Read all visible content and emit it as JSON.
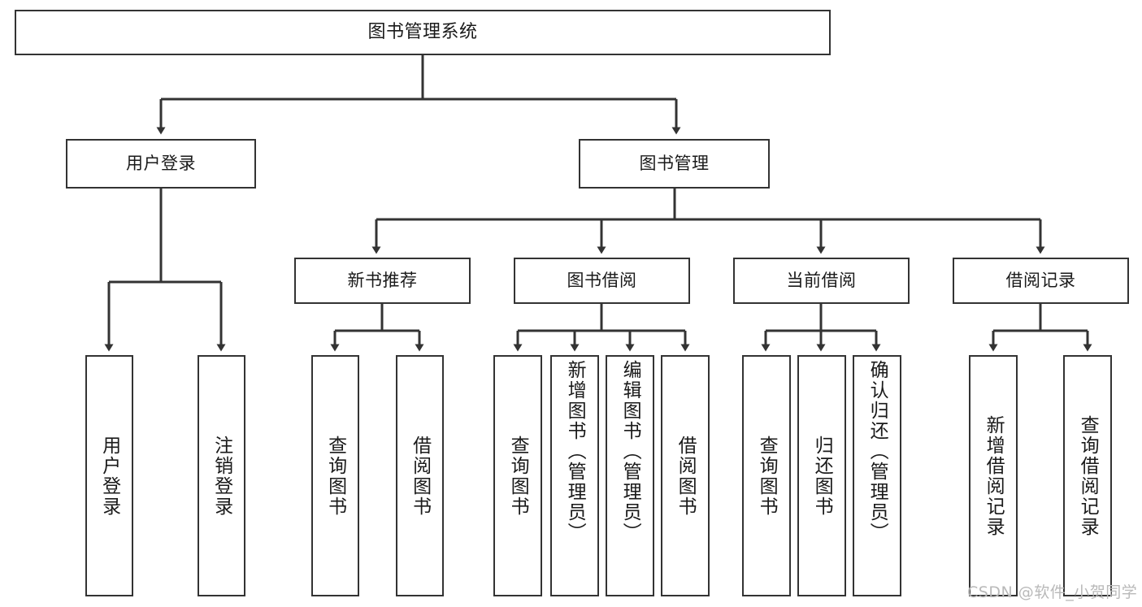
{
  "diagram": {
    "title": "图书管理系统",
    "type": "hierarchy-tree",
    "background_color": "#ffffff",
    "box_border_color": "#333333",
    "edge_color": "#333333",
    "levels": [
      {
        "level": 1,
        "nodes": [
          {
            "id": "root",
            "label": "图书管理系统"
          }
        ]
      },
      {
        "level": 2,
        "nodes": [
          {
            "id": "user-login",
            "label": "用户登录"
          },
          {
            "id": "book-manage",
            "label": "图书管理"
          }
        ]
      },
      {
        "level": 3,
        "nodes": [
          {
            "id": "new-book-rec",
            "label": "新书推荐"
          },
          {
            "id": "book-borrow",
            "label": "图书借阅"
          },
          {
            "id": "current-borrow",
            "label": "当前借阅"
          },
          {
            "id": "borrow-record",
            "label": "借阅记录"
          }
        ]
      },
      {
        "level": 4,
        "nodes": [
          {
            "id": "leaf-user-login",
            "label": "用户登录",
            "parent": "user-login"
          },
          {
            "id": "leaf-logout",
            "label": "注销登录",
            "parent": "user-login"
          },
          {
            "id": "leaf-query-book-1",
            "label": "查询图书",
            "parent": "new-book-rec"
          },
          {
            "id": "leaf-borrow-book-1",
            "label": "借阅图书",
            "parent": "new-book-rec"
          },
          {
            "id": "leaf-query-book-2",
            "label": "查询图书",
            "parent": "book-borrow"
          },
          {
            "id": "leaf-add-book",
            "label": "新增图书（管理员）",
            "parent": "book-borrow"
          },
          {
            "id": "leaf-edit-book",
            "label": "编辑图书（管理员）",
            "parent": "book-borrow"
          },
          {
            "id": "leaf-borrow-book-2",
            "label": "借阅图书",
            "parent": "book-borrow"
          },
          {
            "id": "leaf-query-book-3",
            "label": "查询图书",
            "parent": "current-borrow"
          },
          {
            "id": "leaf-return-book",
            "label": "归还图书",
            "parent": "current-borrow"
          },
          {
            "id": "leaf-confirm-return",
            "label": "确认归还（管理员）",
            "parent": "current-borrow"
          },
          {
            "id": "leaf-add-record",
            "label": "新增借阅记录",
            "parent": "borrow-record"
          },
          {
            "id": "leaf-query-record",
            "label": "查询借阅记录",
            "parent": "borrow-record"
          }
        ]
      }
    ]
  },
  "watermark": {
    "text": "CSDN @软件_小贺同学",
    "color": "#b9b9b9"
  }
}
